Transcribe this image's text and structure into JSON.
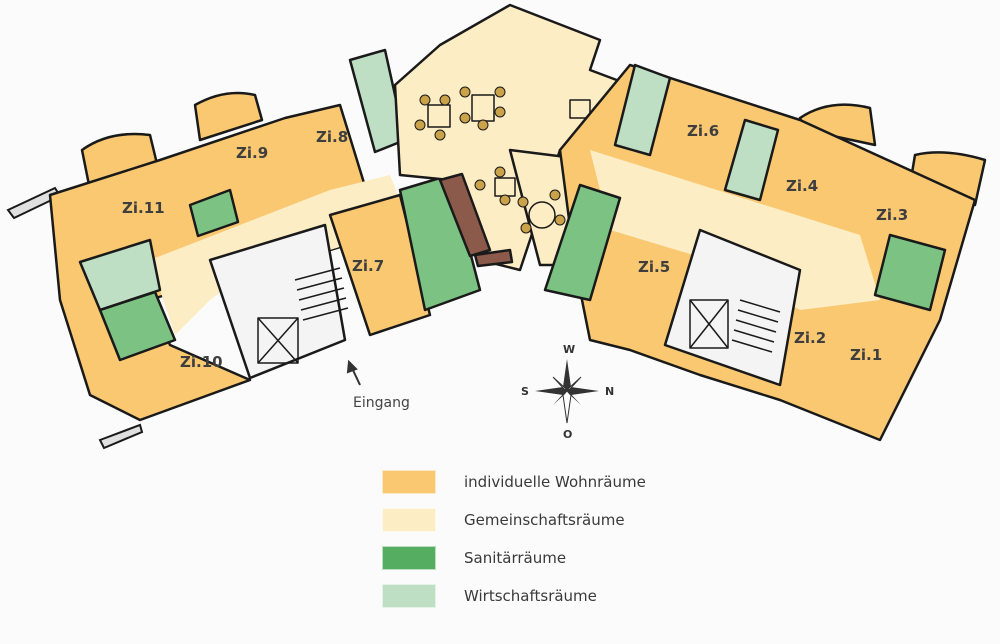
{
  "colors": {
    "individual": "#f9c871",
    "common": "#fdedc4",
    "sanitary": "#55ad62",
    "sanitary_plan": "#7cc383",
    "utility": "#bfdfc4",
    "circulation": "#f4f4f4",
    "wall": "#1a1a1a",
    "accent_brown": "#8c5a4a"
  },
  "rooms": [
    {
      "label": "Zi.1",
      "type": "individual"
    },
    {
      "label": "Zi.2",
      "type": "individual"
    },
    {
      "label": "Zi.3",
      "type": "individual"
    },
    {
      "label": "Zi.4",
      "type": "individual"
    },
    {
      "label": "Zi.5",
      "type": "individual"
    },
    {
      "label": "Zi.6",
      "type": "individual"
    },
    {
      "label": "Zi.7",
      "type": "individual"
    },
    {
      "label": "Zi.8",
      "type": "individual"
    },
    {
      "label": "Zi.9",
      "type": "individual"
    },
    {
      "label": "Zi.10",
      "type": "individual"
    },
    {
      "label": "Zi.11",
      "type": "individual"
    }
  ],
  "entrance": {
    "label": "Eingang",
    "icon": "arrow-up-left-icon"
  },
  "compass": {
    "icon": "compass-rose-icon",
    "top": "W",
    "right": "N",
    "bottom": "O",
    "left": "S"
  },
  "legend": [
    {
      "label": "individuelle Wohnräume",
      "color": "#f9c871"
    },
    {
      "label": "Gemeinschaftsräume",
      "color": "#fdedc4"
    },
    {
      "label": "Sanitärräume",
      "color": "#55ad62"
    },
    {
      "label": "Wirtschaftsräume",
      "color": "#bfdfc4"
    }
  ]
}
